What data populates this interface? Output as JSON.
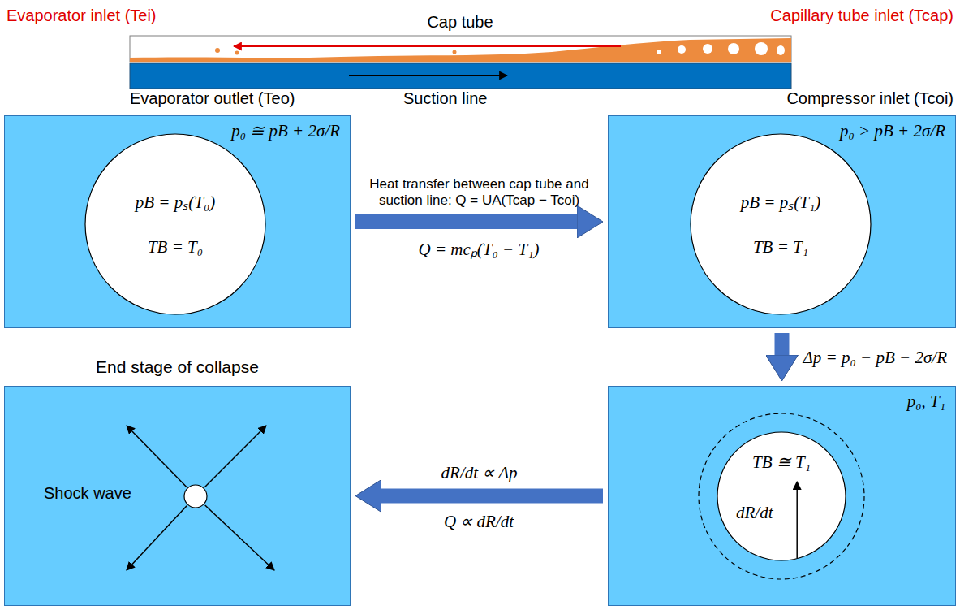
{
  "diagram": {
    "nodes": [
      {
        "text": [
          "p₀ ≅ pB + 2σ/R"
        ]
      },
      {
        "text": [
          "pB = pₛ(T₀)",
          "TB = T₀"
        ],
        "in": 0
      },
      {
        "text": [
          "p₀ > pB + 2σ/R"
        ]
      },
      {
        "text": [
          "pB = pₛ(T₁)",
          "TB = T₁"
        ],
        "in": 2
      },
      {
        "text": [
          "End stage of collapse",
          "Shock wave"
        ]
      },
      {
        "text": [
          "p₀, T₁"
        ]
      },
      {
        "text": [
          "TB ≅ T₁",
          "dR/dt"
        ],
        "in": 5
      }
    ],
    "edges": [
      {
        "from": 0,
        "to": 2,
        "arrow": "to",
        "label": "Heat transfer between cap tube and suction line: Q = UA(Tcap − Tcoi)"
      },
      {
        "from": 2,
        "to": 5,
        "arrow": "to",
        "label": "Δp = p₀ − pB − 2σ/R"
      },
      {
        "from": 5,
        "to": 4,
        "arrow": "to",
        "label": "dR/dt ∝ Δp"
      }
    ],
    "labels": [
      "Evaporator inlet (Tei)",
      "Cap tube",
      "Capillary tube inlet (Tcap)",
      "Evaporator outlet (Teo)",
      "Suction line",
      "Compressor inlet (Tcoi)",
      "Q = mcₚ(T₀ − T₁)",
      "Q ∝ dR/dt"
    ]
  }
}
